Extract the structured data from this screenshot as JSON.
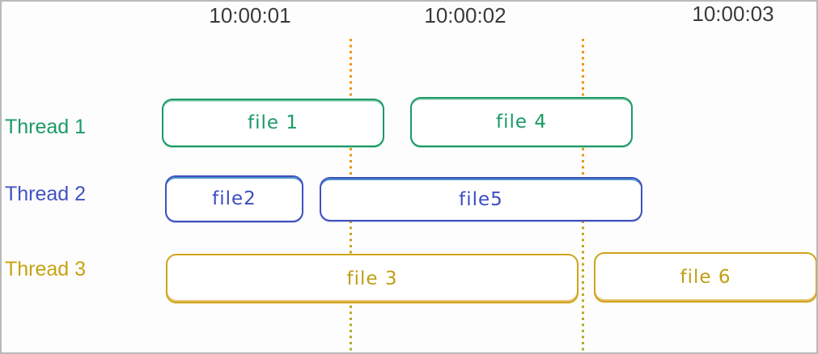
{
  "diagram": {
    "timestamps": [
      "10:00:01",
      "10:00:02",
      "10:00:03"
    ],
    "threads": [
      {
        "label": "Thread 1",
        "color": "#1a9b64",
        "files": [
          "file 1",
          "file 4"
        ]
      },
      {
        "label": "Thread 2",
        "color": "#3f51c1",
        "files": [
          "file2",
          "file5"
        ]
      },
      {
        "label": "Thread 3",
        "color": "#cfa41a",
        "files": [
          "file 3",
          "file 6"
        ]
      }
    ],
    "gridlines": {
      "count": 2,
      "style": "dotted",
      "color_top": "#f2930f",
      "color_bottom": "#a9ad2a"
    }
  }
}
